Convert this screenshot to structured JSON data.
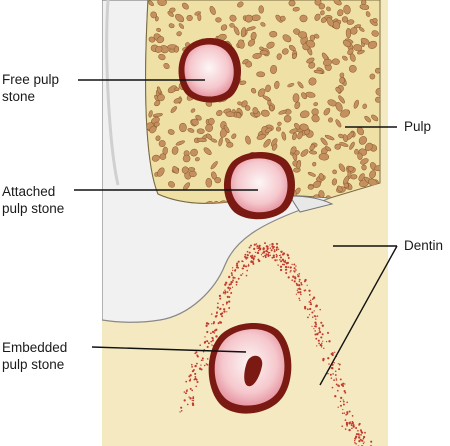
{
  "labels": {
    "free_pulp_stone": [
      "Free pulp",
      "stone"
    ],
    "pulp": "Pulp",
    "attached_pulp_stone": [
      "Attached",
      "pulp stone"
    ],
    "dentin": "Dentin",
    "embedded_pulp_stone": [
      "Embedded",
      "pulp stone"
    ]
  },
  "colors": {
    "dentin": "#f4e9c1",
    "pulp": "#efe0a6",
    "pulp_particles": "#c4915e",
    "enamel_white": "#f1f1f1",
    "stone_rim": "#7b1a12",
    "stone_core": "#f2b8c0",
    "dots": "#c23b2e",
    "outline": "#555555"
  }
}
